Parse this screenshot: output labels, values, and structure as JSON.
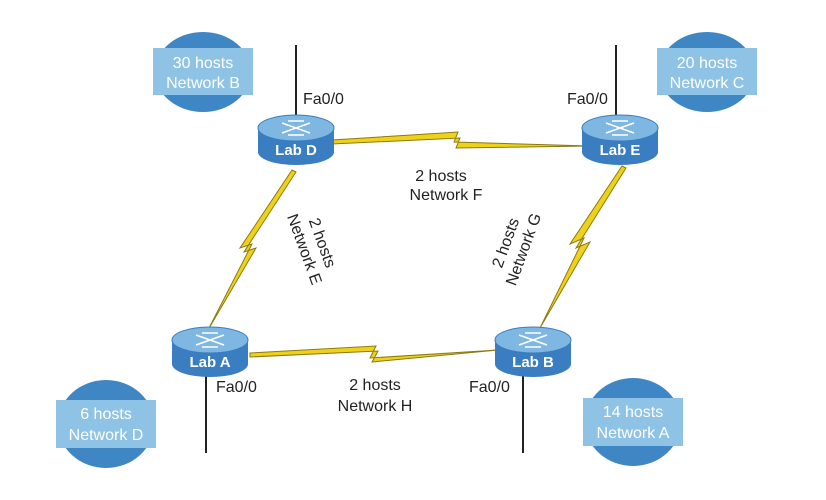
{
  "colors": {
    "host_circle": "#3f86c4",
    "host_label_bg": "#8ec3e6",
    "router_body": "#3a7dc0",
    "router_top": "#7fb7e3",
    "serial_link": "#f0d11a",
    "serial_outline": "#8a7a10",
    "ethernet_line": "#222222"
  },
  "routers": {
    "lab_d": {
      "label": "Lab D",
      "icon": "router-icon"
    },
    "lab_e": {
      "label": "Lab E",
      "icon": "router-icon"
    },
    "lab_a": {
      "label": "Lab A",
      "icon": "router-icon"
    },
    "lab_b": {
      "label": "Lab B",
      "icon": "router-icon"
    }
  },
  "lans": {
    "network_b": {
      "hosts": "30 hosts",
      "network": "Network B",
      "interface": "Fa0/0"
    },
    "network_c": {
      "hosts": "20 hosts",
      "network": "Network C",
      "interface": "Fa0/0"
    },
    "network_d": {
      "hosts": "6 hosts",
      "network": "Network D",
      "interface": "Fa0/0"
    },
    "network_a": {
      "hosts": "14 hosts",
      "network": "Network A",
      "interface": "Fa0/0"
    }
  },
  "wan_links": {
    "network_f": {
      "hosts": "2 hosts",
      "network": "Network F"
    },
    "network_e": {
      "hosts": "2 hosts",
      "network": "Network E"
    },
    "network_g": {
      "hosts": "2 hosts",
      "network": "Network G"
    },
    "network_h": {
      "hosts": "2 hosts",
      "network": "Network H"
    }
  }
}
